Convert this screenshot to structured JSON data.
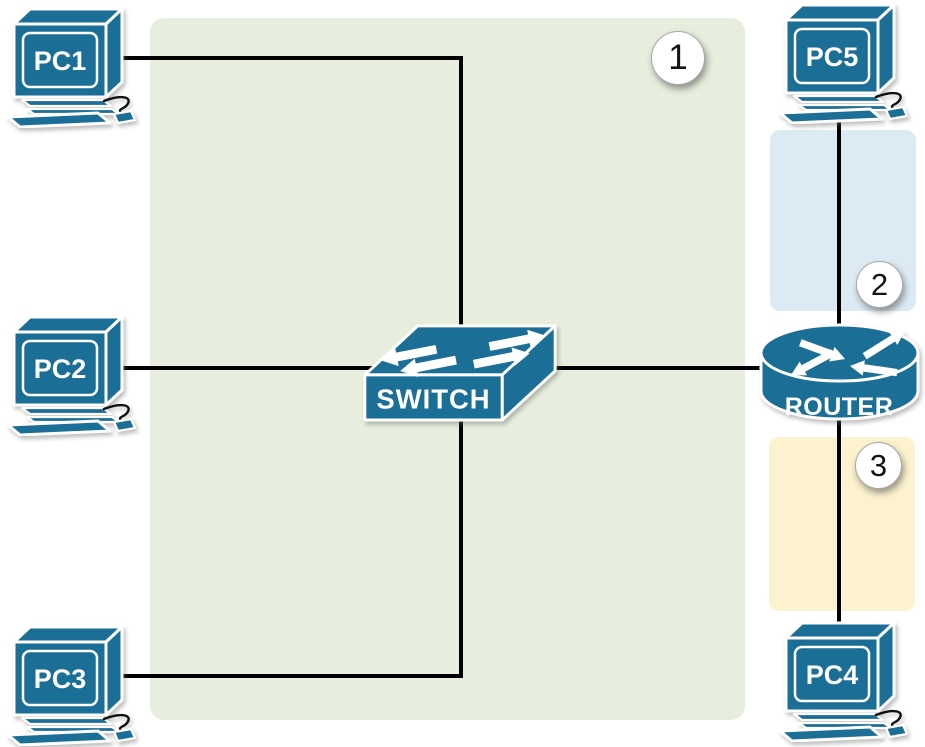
{
  "diagram": {
    "type": "network-topology-diagram",
    "nodes": {
      "pc1": {
        "label": "PC1"
      },
      "pc2": {
        "label": "PC2"
      },
      "pc3": {
        "label": "PC3"
      },
      "pc4": {
        "label": "PC4"
      },
      "pc5": {
        "label": "PC5"
      },
      "switch": {
        "label": "SWITCH"
      },
      "router": {
        "label": "ROUTER"
      }
    },
    "zones": [
      {
        "badge": "1",
        "color": "#e7eedd"
      },
      {
        "badge": "2",
        "color": "#dcebf3"
      },
      {
        "badge": "3",
        "color": "#fdf2cf"
      }
    ],
    "links": [
      "pc1-switch",
      "pc2-switch",
      "pc3-switch",
      "switch-router",
      "pc5-router",
      "router-pc4"
    ],
    "colors": {
      "device": "#1b6e96",
      "link": "#000000"
    }
  }
}
